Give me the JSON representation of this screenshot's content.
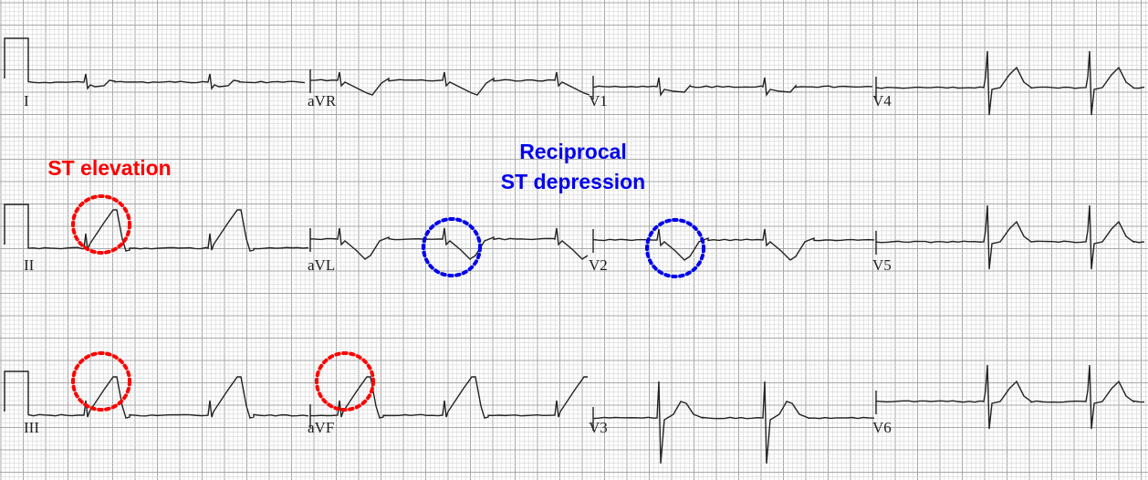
{
  "colors": {
    "grid_minor": "#d4d4d4",
    "grid_major": "#a8a8a8",
    "trace": "#222222",
    "elevation": "#ff0000",
    "depression": "#0000ee"
  },
  "leads": {
    "row1": [
      "I",
      "aVR",
      "V1",
      "V4"
    ],
    "row2": [
      "II",
      "aVL",
      "V2",
      "V5"
    ],
    "row3": [
      "III",
      "aVF",
      "V3",
      "V6"
    ]
  },
  "annotations": {
    "elevation": "ST elevation",
    "depression_line1": "Reciprocal",
    "depression_line2": "ST depression"
  }
}
